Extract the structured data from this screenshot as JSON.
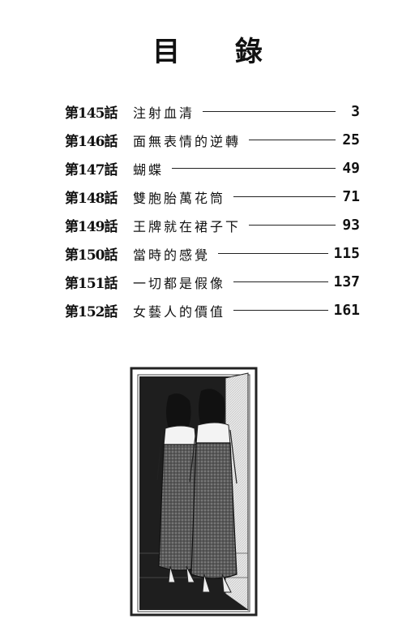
{
  "title": "目 錄",
  "toc": [
    {
      "chapter": "第145話",
      "name": "注射血清",
      "page": "3"
    },
    {
      "chapter": "第146話",
      "name": "面無表情的逆轉",
      "page": "25"
    },
    {
      "chapter": "第147話",
      "name": "蝴蝶",
      "page": "49"
    },
    {
      "chapter": "第148話",
      "name": "雙胞胎萬花筒",
      "page": "71"
    },
    {
      "chapter": "第149話",
      "name": "王牌就在裙子下",
      "page": "93"
    },
    {
      "chapter": "第150話",
      "name": "當時的感覺",
      "page": "115"
    },
    {
      "chapter": "第151話",
      "name": "一切都是假像",
      "page": "137"
    },
    {
      "chapter": "第152話",
      "name": "女藝人的價值",
      "page": "161"
    }
  ]
}
